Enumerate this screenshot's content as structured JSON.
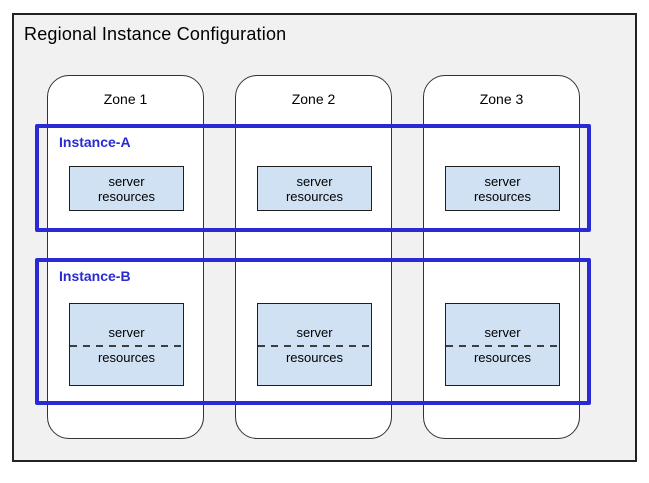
{
  "title": "Regional Instance Configuration",
  "zones": [
    {
      "label": "Zone 1"
    },
    {
      "label": "Zone 2"
    },
    {
      "label": "Zone 3"
    }
  ],
  "instances": [
    {
      "label": "Instance-A"
    },
    {
      "label": "Instance-B"
    }
  ],
  "resource_box": {
    "line1": "server",
    "line2": "resources"
  },
  "colors": {
    "instance_border": "#2A2AD4",
    "instance_label": "#2A2AD4",
    "resource_fill": "#CFE1F3",
    "resource_border": "#1F1F1F",
    "region_fill": "#F1F1F1",
    "region_border": "#222222",
    "zone_border": "#333333",
    "dash_color": "#3D3D3D",
    "text_color": "#000000"
  }
}
